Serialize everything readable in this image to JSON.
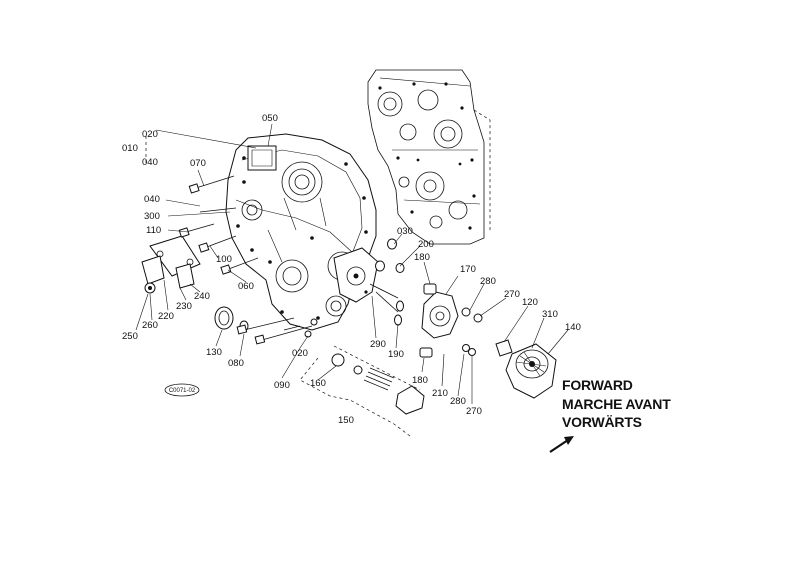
{
  "direction": {
    "lines": [
      "FORWARD",
      "MARCHE AVANT",
      "VORWÄRTS"
    ],
    "arrow_icon": "arrow-forward-icon"
  },
  "reference_code": "C0071-02",
  "callouts": [
    {
      "id": "050",
      "text": "050"
    },
    {
      "id": "020a",
      "text": "020"
    },
    {
      "id": "010",
      "text": "010"
    },
    {
      "id": "040a",
      "text": "040"
    },
    {
      "id": "070",
      "text": "070"
    },
    {
      "id": "040b",
      "text": "040"
    },
    {
      "id": "300",
      "text": "300"
    },
    {
      "id": "110",
      "text": "110"
    },
    {
      "id": "100",
      "text": "100"
    },
    {
      "id": "060",
      "text": "060"
    },
    {
      "id": "030",
      "text": "030"
    },
    {
      "id": "200",
      "text": "200"
    },
    {
      "id": "180a",
      "text": "180"
    },
    {
      "id": "170",
      "text": "170"
    },
    {
      "id": "280a",
      "text": "280"
    },
    {
      "id": "270a",
      "text": "270"
    },
    {
      "id": "120",
      "text": "120"
    },
    {
      "id": "310",
      "text": "310"
    },
    {
      "id": "140",
      "text": "140"
    },
    {
      "id": "240",
      "text": "240"
    },
    {
      "id": "230",
      "text": "230"
    },
    {
      "id": "220",
      "text": "220"
    },
    {
      "id": "260",
      "text": "260"
    },
    {
      "id": "250",
      "text": "250"
    },
    {
      "id": "130",
      "text": "130"
    },
    {
      "id": "080",
      "text": "080"
    },
    {
      "id": "020b",
      "text": "020"
    },
    {
      "id": "290",
      "text": "290"
    },
    {
      "id": "190",
      "text": "190"
    },
    {
      "id": "090",
      "text": "090"
    },
    {
      "id": "160",
      "text": "160"
    },
    {
      "id": "150",
      "text": "150"
    },
    {
      "id": "180b",
      "text": "180"
    },
    {
      "id": "210",
      "text": "210"
    },
    {
      "id": "280b",
      "text": "280"
    },
    {
      "id": "270b",
      "text": "270"
    }
  ]
}
